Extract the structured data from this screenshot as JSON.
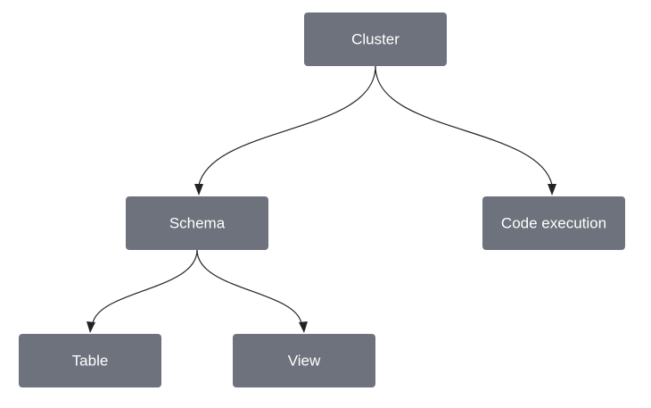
{
  "nodes": {
    "cluster": {
      "label": "Cluster"
    },
    "schema": {
      "label": "Schema"
    },
    "code_execution": {
      "label": "Code execution"
    },
    "table": {
      "label": "Table"
    },
    "view": {
      "label": "View"
    }
  },
  "edges": [
    {
      "from": "cluster",
      "to": "schema"
    },
    {
      "from": "cluster",
      "to": "code_execution"
    },
    {
      "from": "schema",
      "to": "table"
    },
    {
      "from": "schema",
      "to": "view"
    }
  ],
  "colors": {
    "node_fill": "#6e727d",
    "node_text": "#ffffff",
    "edge": "#222222"
  }
}
